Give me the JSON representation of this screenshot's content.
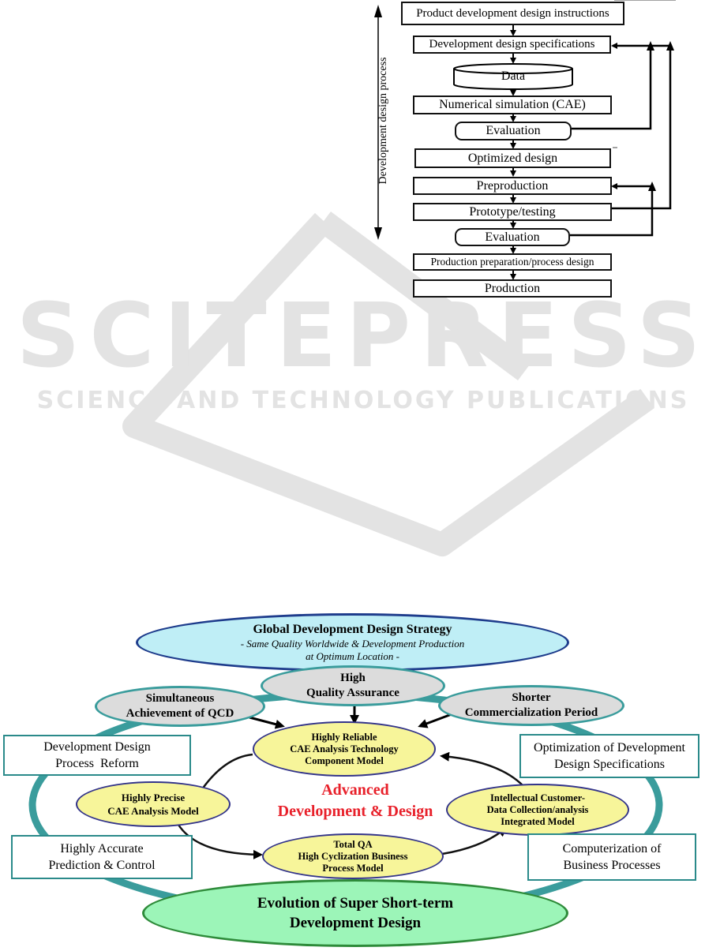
{
  "watermark": {
    "brand": "SCITEPRESS",
    "tagline": "SCIENCE AND TECHNOLOGY PUBLICATIONS"
  },
  "flowchart": {
    "side_label": "Development design process",
    "steps": [
      "Product development design instructions",
      "Development design specifications",
      "Data",
      "Numerical simulation (CAE)",
      "Evaluation",
      "Optimized design",
      "Preproduction",
      "Prototype/testing",
      "Evaluation",
      "Production preparation/process design",
      "Production"
    ]
  },
  "strategy": {
    "title": "Global Development Design Strategy",
    "subtitle_line1": "- Same Quality Worldwide & Development Production",
    "subtitle_line2": "at Optimum Location -"
  },
  "drivers": {
    "quality": [
      "High",
      "Quality Assurance"
    ],
    "qcd": [
      "Simultaneous",
      "Achievement of QCD"
    ],
    "period": [
      "Shorter",
      "Commercialization Period"
    ]
  },
  "models": {
    "top": [
      "Highly Reliable",
      "CAE Analysis Technology",
      "Component Model"
    ],
    "left": [
      "Highly Precise",
      "CAE Analysis Model"
    ],
    "bottom": [
      "Total QA",
      "High Cyclization Business",
      "Process Model"
    ],
    "right": [
      "Intellectual Customer-",
      "Data Collection/analysis",
      "Integrated Model"
    ]
  },
  "center": [
    "Advanced",
    "Development & Design"
  ],
  "outcomes": {
    "process_reform": [
      "Development Design",
      "Process  Reform"
    ],
    "spec_opt": [
      "Optimization of Development",
      "Design Specifications"
    ],
    "prediction": [
      "Highly Accurate",
      "Prediction & Control"
    ],
    "computerization": [
      "Computerization of",
      "Business Processes"
    ]
  },
  "evolution": [
    "Evolution of Super Short-term",
    "Development Design"
  ],
  "colors": {
    "teal_ring": "#3a9c9c",
    "strategy_fill": "#bfeef6",
    "strategy_border": "#1e3c8c",
    "driver_fill": "#dcdcdc",
    "model_fill": "#f7f59a",
    "model_border": "#33348a",
    "evolution_fill": "#9cf5b8",
    "evolution_border": "#2e8b3a",
    "center_text": "#e8202a",
    "watermark": "#e3e3e3"
  }
}
